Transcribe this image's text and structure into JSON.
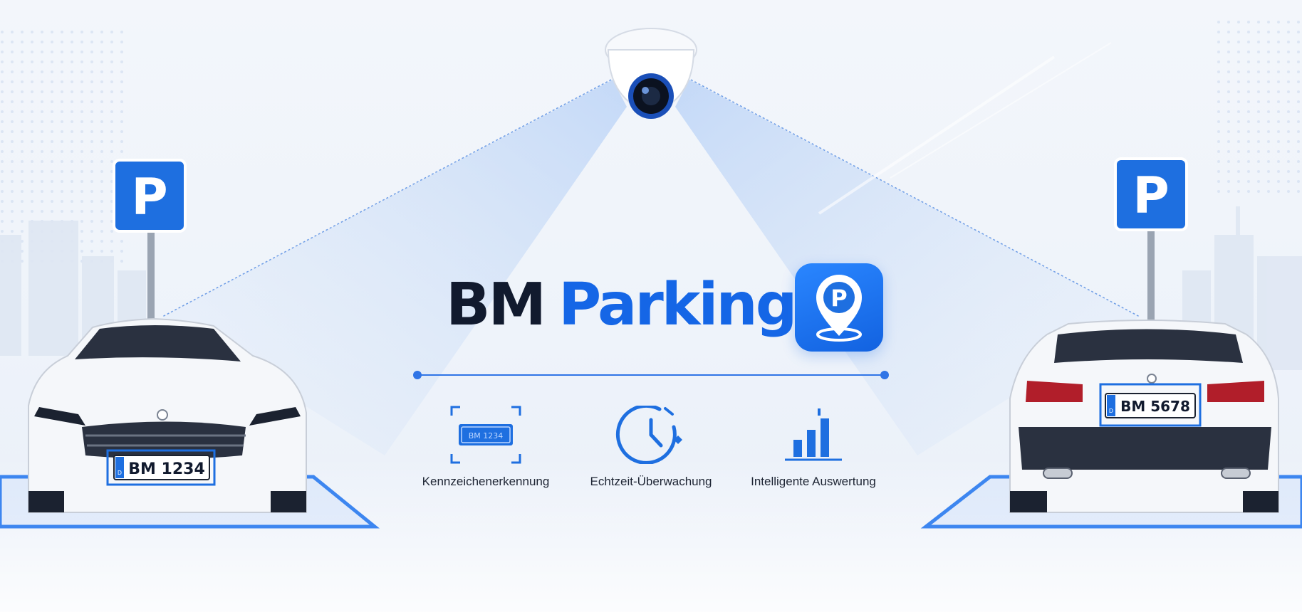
{
  "brand": {
    "name_primary": "BM",
    "name_secondary": "Parking",
    "logo_icon": "parking-location-pin-icon",
    "logo_letter": "P"
  },
  "features": [
    {
      "label": "Kennzeichenerkennung",
      "icon": "license-plate-scan-icon",
      "plate_text": "BM 1234"
    },
    {
      "label": "Echtzeit-Überwachung",
      "icon": "clock-realtime-icon"
    },
    {
      "label": "Intelligente Auswertung",
      "icon": "bar-chart-icon"
    }
  ],
  "signs": {
    "left": {
      "letter": "P",
      "icon": "parking-sign-icon"
    },
    "right": {
      "letter": "P",
      "icon": "parking-sign-icon"
    }
  },
  "cars": {
    "left": {
      "plate": "BM 1234",
      "plate_badge": "D",
      "view": "front"
    },
    "right": {
      "plate": "BM 5678",
      "plate_badge": "D",
      "view": "rear"
    }
  },
  "camera": {
    "icon": "dome-security-camera-icon"
  },
  "colors": {
    "brand_dark": "#111a2e",
    "brand_blue": "#1566e6",
    "sign_blue": "#1e6fe0",
    "background": "#f0f4fa",
    "bay_outline": "#3d86f0"
  }
}
